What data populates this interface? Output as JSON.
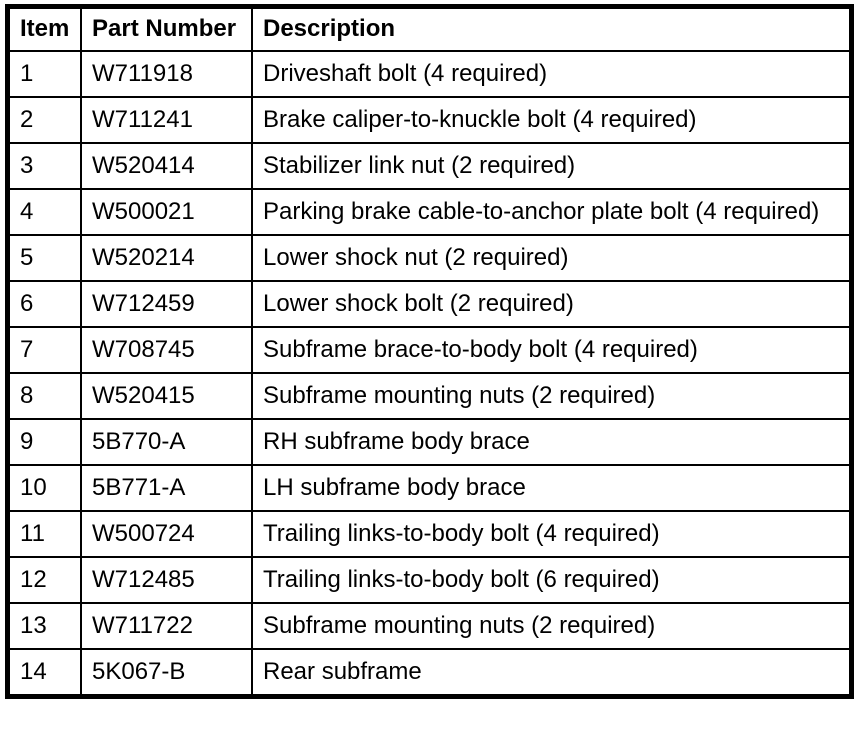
{
  "colors": {
    "border": "#000000",
    "text": "#000000",
    "background": "#ffffff"
  },
  "table": {
    "headers": [
      "Item",
      "Part Number",
      "Description"
    ],
    "rows": [
      {
        "item": "1",
        "part_number": "W711918",
        "description": "Driveshaft bolt (4 required)"
      },
      {
        "item": "2",
        "part_number": "W711241",
        "description": "Brake caliper-to-knuckle bolt (4 required)"
      },
      {
        "item": "3",
        "part_number": "W520414",
        "description": "Stabilizer link nut (2 required)"
      },
      {
        "item": "4",
        "part_number": "W500021",
        "description": "Parking brake cable-to-anchor plate bolt (4 required)"
      },
      {
        "item": "5",
        "part_number": "W520214",
        "description": "Lower shock nut (2 required)"
      },
      {
        "item": "6",
        "part_number": "W712459",
        "description": "Lower shock bolt (2 required)"
      },
      {
        "item": "7",
        "part_number": "W708745",
        "description": "Subframe brace-to-body bolt (4 required)"
      },
      {
        "item": "8",
        "part_number": "W520415",
        "description": "Subframe mounting nuts (2 required)"
      },
      {
        "item": "9",
        "part_number": "5B770-A",
        "description": "RH subframe body brace"
      },
      {
        "item": "10",
        "part_number": "5B771-A",
        "description": "LH subframe body brace"
      },
      {
        "item": "11",
        "part_number": "W500724",
        "description": "Trailing links-to-body bolt (4 required)"
      },
      {
        "item": "12",
        "part_number": "W712485",
        "description": "Trailing links-to-body bolt (6 required)"
      },
      {
        "item": "13",
        "part_number": "W711722",
        "description": "Subframe mounting nuts (2 required)"
      },
      {
        "item": "14",
        "part_number": "5K067-B",
        "description": "Rear subframe"
      }
    ]
  }
}
